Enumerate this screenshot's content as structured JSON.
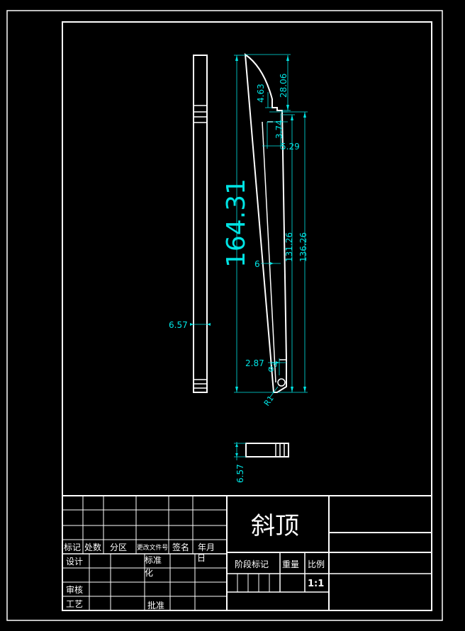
{
  "drawing": {
    "part_name": "斜顶",
    "scale_value": "1:1",
    "dimensions": {
      "total_length": "164.31",
      "top_arc": "28.06",
      "step_small": "4.63",
      "step_depth": "3.74",
      "step_width": "5.29",
      "long_inner": "131.26",
      "long_outer": "136.26",
      "thickness": "6",
      "side_width": "6.57",
      "bottom_offset": "2.87",
      "hole_dia": "Φ3",
      "radius": "R1",
      "bottom_width": "6.57"
    }
  },
  "title_block": {
    "labels": {
      "mark": "标记",
      "count": "处数",
      "zone": "分区",
      "change_doc": "更改文件号",
      "signature": "签名",
      "date": "年月",
      "design": "设计",
      "standardize": "标准",
      "standardize2": "化",
      "date2": "日",
      "review": "审核",
      "process": "工艺",
      "approve": "批准",
      "stage_mark": "阶段标记",
      "weight": "重量",
      "scale": "比例"
    }
  }
}
